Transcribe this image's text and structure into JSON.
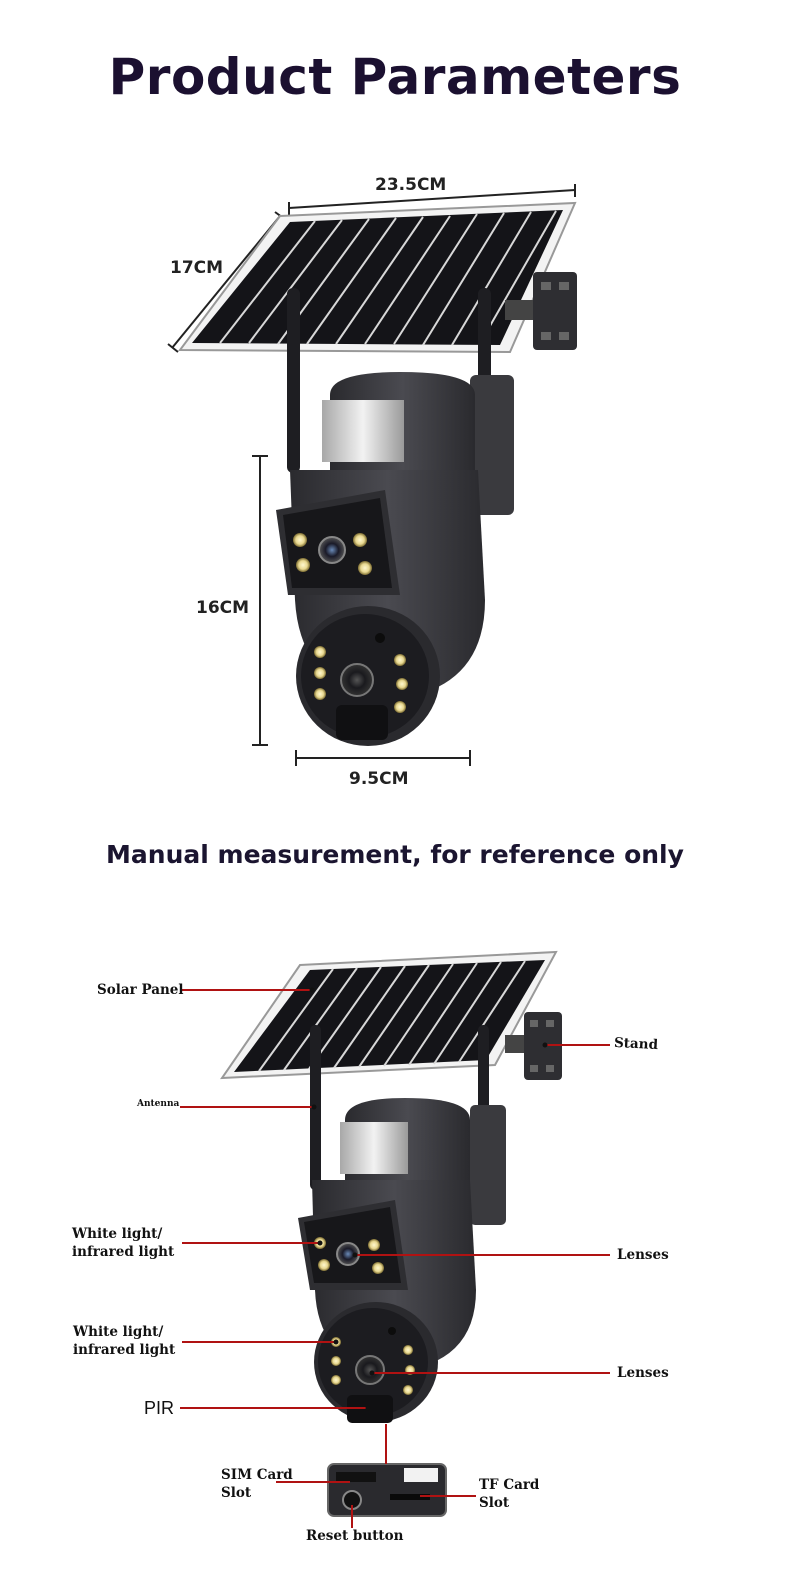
{
  "header": {
    "title": "Product Parameters"
  },
  "dimensions": {
    "width": "23.5CM",
    "depth": "17CM",
    "height": "16CM",
    "camera_width": "9.5CM"
  },
  "note": "Manual measurement, for reference only",
  "callouts": {
    "solar_panel": "Solar Panel",
    "stand": "Stand",
    "antenna": "Antenna",
    "white_light_1": "White light/\ninfrared light",
    "lenses_1": "Lenses",
    "white_light_2": "White light/\ninfrared light",
    "lenses_2": "Lenses",
    "pir": "PIR",
    "sim_slot": "SIM Card\nSlot",
    "tf_slot": "TF Card\nSlot",
    "reset": "Reset button"
  },
  "colors": {
    "leader": "#b01212",
    "title": "#1b1030",
    "camera_body": "#3c3c40",
    "panel_cell": "#141418"
  },
  "icons": [
    "solar-panel-illustration",
    "security-camera-illustration",
    "wall-bracket-illustration",
    "card-slot-illustration"
  ]
}
